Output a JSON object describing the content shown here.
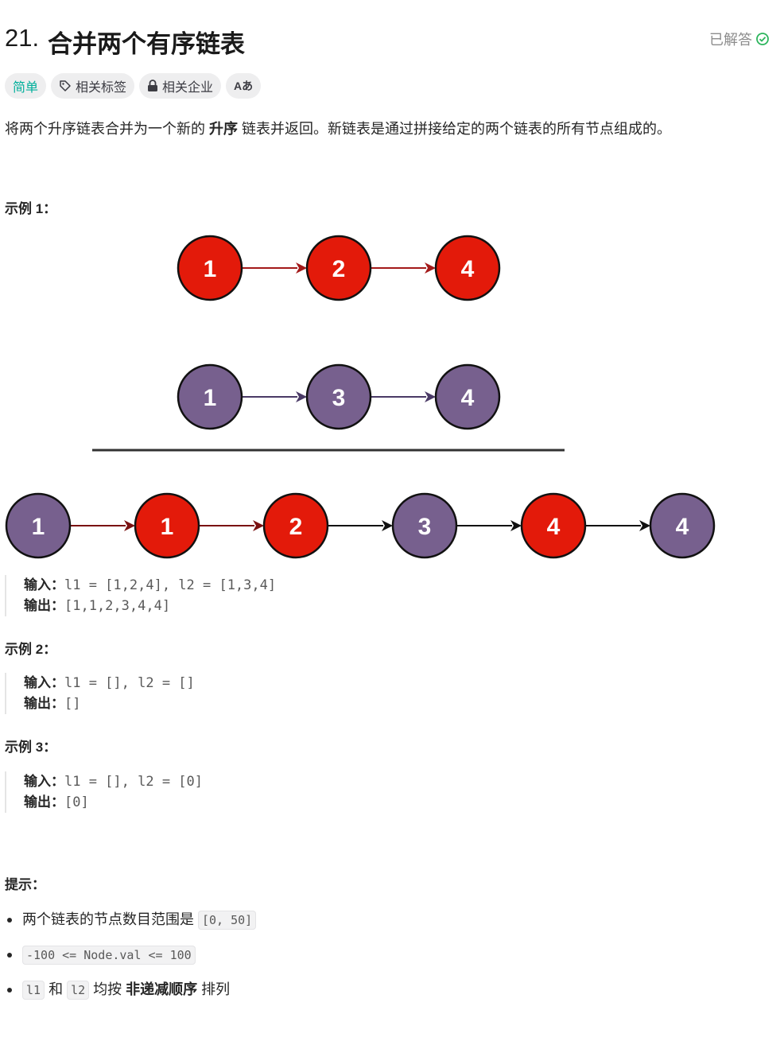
{
  "problem": {
    "number": "21.",
    "title": "合并两个有序链表",
    "status": "已解答"
  },
  "tags": {
    "difficulty": "简单",
    "topics": "相关标签",
    "companies": "相关企业",
    "translate_icon": "Aあ"
  },
  "description": {
    "part1": "将两个升序链表合并为一个新的 ",
    "bold": "升序",
    "part2": " 链表并返回。新链表是通过拼接给定的两个链表的所有节点组成的。"
  },
  "examples": [
    {
      "heading": "示例 1：",
      "input_label": "输入：",
      "input": "l1 = [1,2,4], l2 = [1,3,4]",
      "output_label": "输出：",
      "output": "[1,1,2,3,4,4]"
    },
    {
      "heading": "示例 2：",
      "input_label": "输入：",
      "input": "l1 = [], l2 = []",
      "output_label": "输出：",
      "output": "[]"
    },
    {
      "heading": "示例 3：",
      "input_label": "输入：",
      "input": "l1 = [], l2 = [0]",
      "output_label": "输出：",
      "output": "[0]"
    }
  ],
  "diagram": {
    "list1": [
      "1",
      "2",
      "4"
    ],
    "list2": [
      "1",
      "3",
      "4"
    ],
    "merged": [
      "1",
      "1",
      "2",
      "3",
      "4",
      "4"
    ],
    "merged_colors": [
      "purple",
      "red",
      "red",
      "purple",
      "red",
      "purple"
    ],
    "red": "#e31a0a",
    "purple": "#77608e"
  },
  "hints": {
    "heading": "提示：",
    "items": [
      {
        "text": "两个链表的节点数目范围是 ",
        "code": "[0, 50]"
      },
      {
        "code": "-100 <= Node.val <= 100"
      },
      {
        "code1": "l1",
        "mid1": " 和 ",
        "code2": "l2",
        "mid2": " 均按 ",
        "bold": "非递减顺序",
        "tail": " 排列"
      }
    ]
  }
}
